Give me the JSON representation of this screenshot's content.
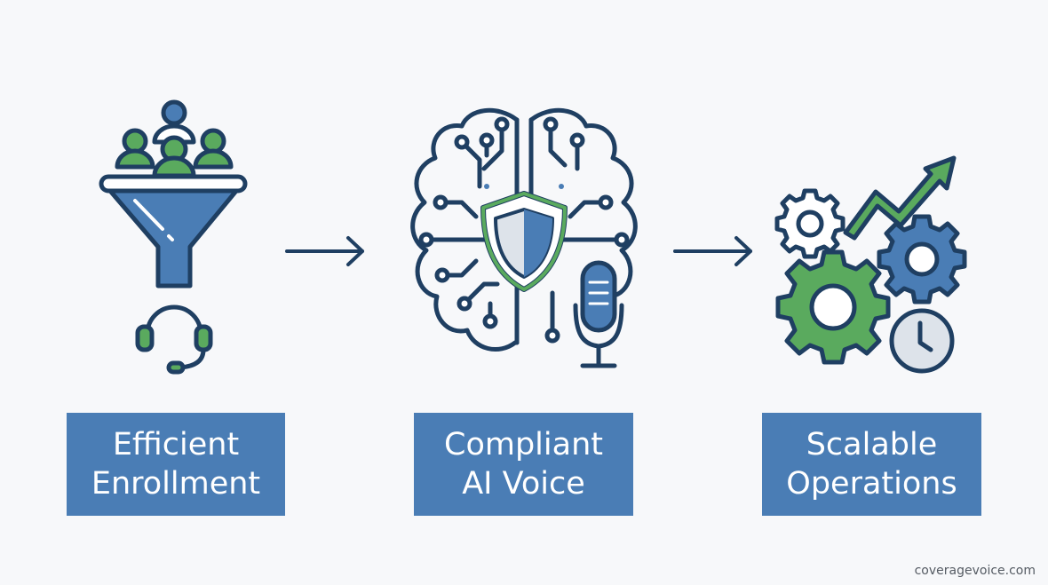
{
  "steps": [
    {
      "line1": "Efficient",
      "line2": "Enrollment"
    },
    {
      "line1": "Compliant",
      "line2": "AI Voice"
    },
    {
      "line1": "Scalable",
      "line2": "Operations"
    }
  ],
  "watermark": "coveragevoice.com",
  "colors": {
    "navy": "#1f3f62",
    "blue": "#4a7db5",
    "green": "#5aaa5e",
    "background": "#f7f8fa",
    "label_text": "#ffffff"
  },
  "icons": [
    "people-funnel-icon",
    "headset-icon",
    "brain-circuit-icon",
    "shield-icon",
    "microphone-icon",
    "gears-icon",
    "growth-arrow-icon",
    "clock-icon",
    "arrow-right-icon"
  ]
}
